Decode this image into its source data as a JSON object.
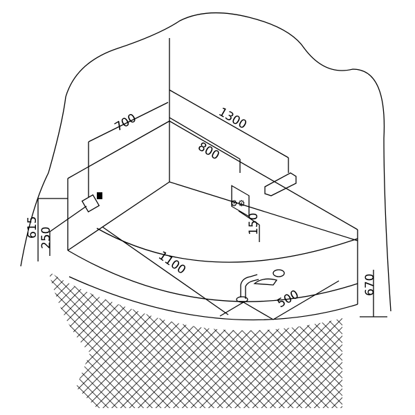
{
  "dimensions": {
    "d700": "700",
    "d1300": "1300",
    "d800": "800",
    "d615": "615",
    "d250": "250",
    "d150": "150",
    "d1100": "1100",
    "d500": "500",
    "d670": "670"
  },
  "colors": {
    "line": "#000000",
    "background": "#ffffff"
  }
}
